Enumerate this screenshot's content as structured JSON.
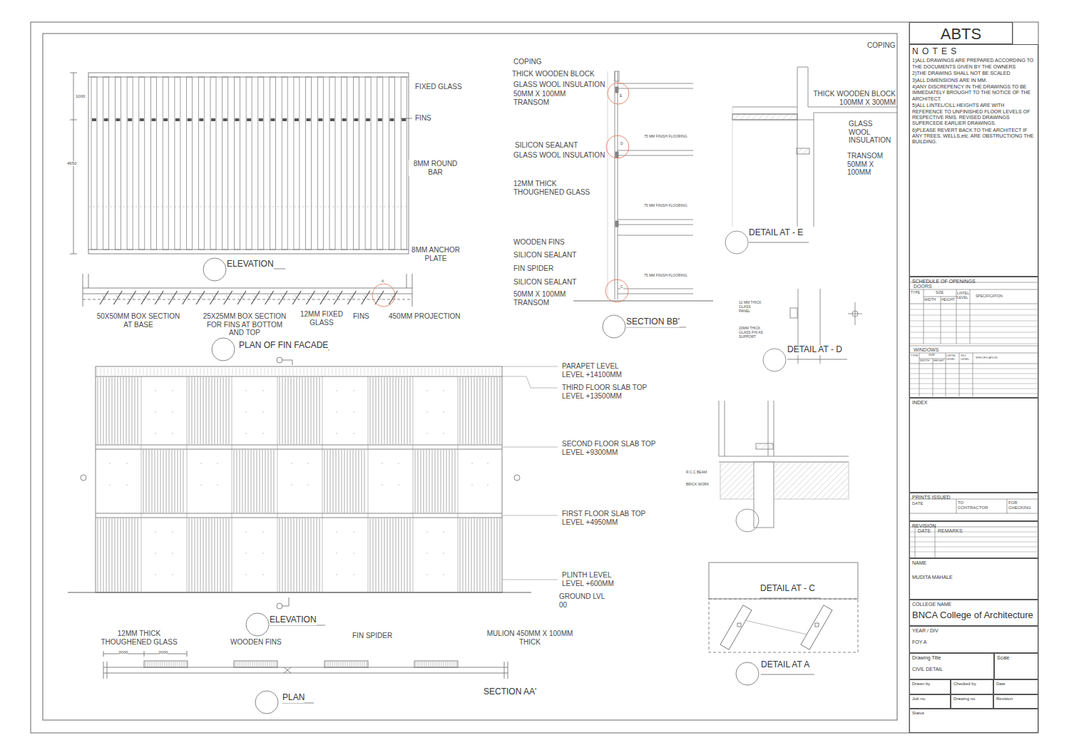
{
  "diagram": {
    "nodes": [
      {
        "text": [
          "ABTS"
        ]
      },
      {
        "text": [
          "N O T E S",
          "1)ALL DRAWINGS ARE PREPARED ACCORDING TO THE DOCUMENTS GIVEN BY THE OWNERS",
          "2)THE DRAWING SHALL NOT BE SCALED",
          "3)ALL DIMENSIONS ARE IN MM.",
          "4)ANY DISCREPENCY IN THE DRAWINGS TO BE IMMEDIATELY BROUGHT TO THE NOTICE OF THE ARCHITECT.",
          "5)ALL LINTEL/CILL HEIGHTS ARE WITH REFERENCE TO UNFINISHED FLOOR LEVELS OF RESPECTIVE RMS. REVISED DRAWINGS SUPERCEDE EARLIER DRAWINGS.",
          "6)PLEASE REVERT BACK TO THE ARCHITECT IF ANY TREES, WELLS,etc. ARE OBSTRUCTIONG THE BUILDING."
        ]
      },
      {
        "text": [
          "SCHEDULE OF OPENINGS"
        ]
      },
      {
        "text": [
          "INDEX"
        ]
      },
      {
        "text": [
          "PRINTS ISSUED"
        ]
      },
      {
        "text": [
          "REVISION"
        ]
      },
      {
        "text": [
          "NAME",
          "MUDITA MAHALE"
        ]
      },
      {
        "text": [
          "COLLEGE NAME",
          "BNCA College of Architecture"
        ]
      },
      {
        "text": [
          "YEAR / DIV",
          "FOY A"
        ]
      },
      {
        "text": [
          "Drawing Title",
          "CIVIL DETAIL"
        ]
      },
      {
        "text": [
          "Scale"
        ]
      },
      {
        "text": [
          "Drawn by"
        ]
      },
      {
        "text": [
          "Checked by"
        ]
      },
      {
        "text": [
          "Date"
        ]
      },
      {
        "text": [
          "Job no."
        ]
      },
      {
        "text": [
          "Drawing no"
        ]
      },
      {
        "text": [
          "Revision"
        ]
      },
      {
        "text": [
          "Status"
        ]
      }
    ],
    "labels": [
      "1000",
      "4650",
      "FIXED GLASS",
      "FINS",
      "8MM ROUND BAR",
      "8MM ANCHOR PLATE",
      "ELEVATION",
      "A",
      "50X50MM BOX SECTION AT BASE",
      "25X25MM BOX SECTION FOR FINS AT BOTTOM AND TOP",
      "12MM FIXED GLASS",
      "FINS",
      "450MM PROJECTION",
      "PLAN OF FIN FACADE",
      "COPING",
      "THICK WOODEN BLOCK",
      "GLASS WOOL INSULATION",
      "50MM X 100MM TRANSOM",
      "E",
      "SILICON SEALANT",
      "GLASS WOOL INSULATION",
      "D",
      "75 MM FINISH FLOORING",
      "12MM THICK THOUGHENED GLASS",
      "75 MM FINISH FLOORING",
      "WOODEN FINS",
      "SILICON SEALANT",
      "FIN SPIDER",
      "75 MM FINISH FLOORING",
      "SILICON SEALANT",
      "50MM X 100MM TRANSOM",
      "C",
      "SECTION BB'",
      "COPING",
      "THICK WOODEN BLOCK 100MM X 300MM",
      "GLASS WOOL INSULATION",
      "TRANSOM 50MM X 100MM",
      "DETAIL AT - E",
      "12 MM THICK GLASS PANEL",
      "20MM THICK GLASS FIN AS SUPPORT",
      "DETAIL AT - D",
      "PARAPET LEVEL LEVEL +14100MM",
      "THIRD FLOOR SLAB TOP LEVEL +13500MM",
      "SECOND FLOOR SLAB TOP LEVEL +9300MM",
      "FIRST FLOOR SLAB TOP LEVEL +4950MM",
      "PLINTH LEVEL LEVEL +600MM",
      "GROUND LVL 00",
      "R.C.C BEAM",
      "BRICK WORK",
      "DETAIL AT - C",
      "ELEVATION",
      "12MM THICK THOUGHENED GLASS",
      "2000",
      "2000",
      "WOODEN FINS",
      "FIN SPIDER",
      "MULION 450MM X 100MM THICK",
      "DETAIL AT A",
      "SECTION AA'",
      "PLAN",
      "DOORS",
      "TYPE",
      "SIZE",
      "WIDTH",
      "HEIGHT",
      "LINTEL LEVEL",
      "SPECIFICATION",
      "WINDOWS",
      "TYPE",
      "SIZE",
      "WIDTH",
      "HEIGHT",
      "LINTEL LEVEL",
      "SILL LEVEL",
      "SPECIFICATION",
      "DATE",
      "TO CONTRACTOR",
      "FOR CHECKING",
      "DATE",
      "REMARKS"
    ]
  }
}
